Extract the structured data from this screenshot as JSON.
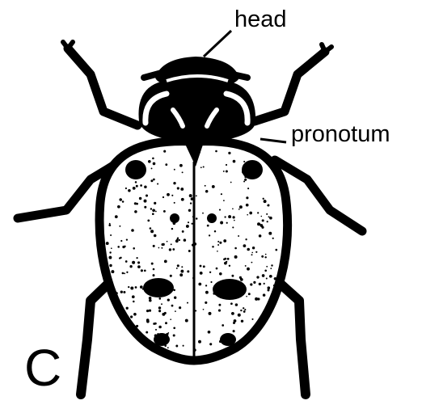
{
  "labels": {
    "head": "head",
    "pronotum": "pronotum",
    "panel": "C"
  },
  "colors": {
    "ink": "#000000",
    "paper": "#ffffff"
  }
}
